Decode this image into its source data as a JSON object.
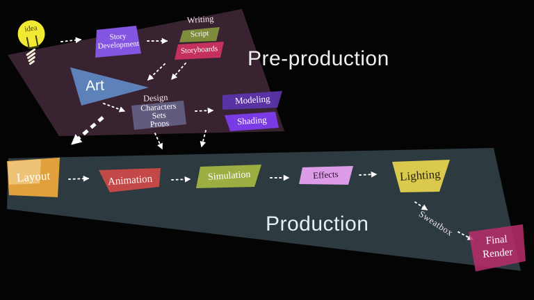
{
  "titles": {
    "preproduction": "Pre-production",
    "production": "Production"
  },
  "preproduction": {
    "idea": "idea",
    "story_development": "Story Development",
    "writing": "Writing",
    "script": "Script",
    "storyboards": "Storyboards",
    "art": "Art",
    "design": "Design",
    "design_items": [
      "Characters",
      "Sets",
      "Props"
    ],
    "modeling": "Modeling",
    "shading": "Shading"
  },
  "production": {
    "stages": [
      "Layout",
      "Animation",
      "Simulation",
      "Effects",
      "Lighting"
    ],
    "sweatbox": "Sweatbox",
    "final_render": "Final Render"
  },
  "colors": {
    "background": "#040404",
    "preproduction_panel": "#3a2330",
    "production_panel": "#2d3a40",
    "idea_bulb": "#f2ea32",
    "story_development": "#8355e0",
    "script": "#7e8c3c",
    "storyboards": "#c5315f",
    "art": "#5d82ba",
    "design_box": "#828cbe",
    "modeling": "#5c35ae",
    "shading": "#7b3be4",
    "layout": "#e0a13c",
    "animation": "#c34848",
    "simulation": "#9cad42",
    "effects": "#dd9ce8",
    "lighting": "#d9c94d",
    "final_render": "#bb2e6b",
    "arrows": "#ffffff"
  }
}
